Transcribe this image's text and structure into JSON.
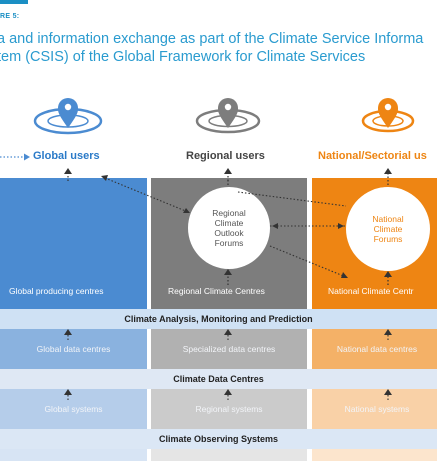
{
  "figure_label": "RE 5:",
  "title": {
    "line1": "a and information exchange as part of the Climate Service Informa",
    "line2": "tem (CSIS) of the Global Framework for Climate Services"
  },
  "users": {
    "global": "Global users",
    "regional": "Regional users",
    "national": "National/Sectorial us"
  },
  "forums": {
    "regional": [
      "Regional",
      "Climate",
      "Outlook",
      "Forums"
    ],
    "national": [
      "National",
      "Climate",
      "Forums"
    ]
  },
  "centres": {
    "global": "Global producing centres",
    "regional": "Regional Climate Centres",
    "national": "National Climate Centr"
  },
  "bands": {
    "analysis": "Climate Analysis, Monitoring and Prediction",
    "data": "Climate Data Centres",
    "observing": "Climate Observing Systems"
  },
  "data_centres": {
    "global": "Global data centres",
    "regional": "Specialized data centres",
    "national": "National data centres"
  },
  "systems": {
    "global": "Global systems",
    "regional": "Regional systems",
    "national": "National systems"
  },
  "colors": {
    "global": "#4b8bd1",
    "regional": "#7d7d7d",
    "national": "#ee8513",
    "title": "#2a9bcf",
    "national_text": "#ee8513",
    "global_text": "#2a7ac8"
  },
  "icons": {
    "global": "location-pin-icon",
    "regional": "location-pin-icon",
    "national": "location-pin-icon"
  }
}
